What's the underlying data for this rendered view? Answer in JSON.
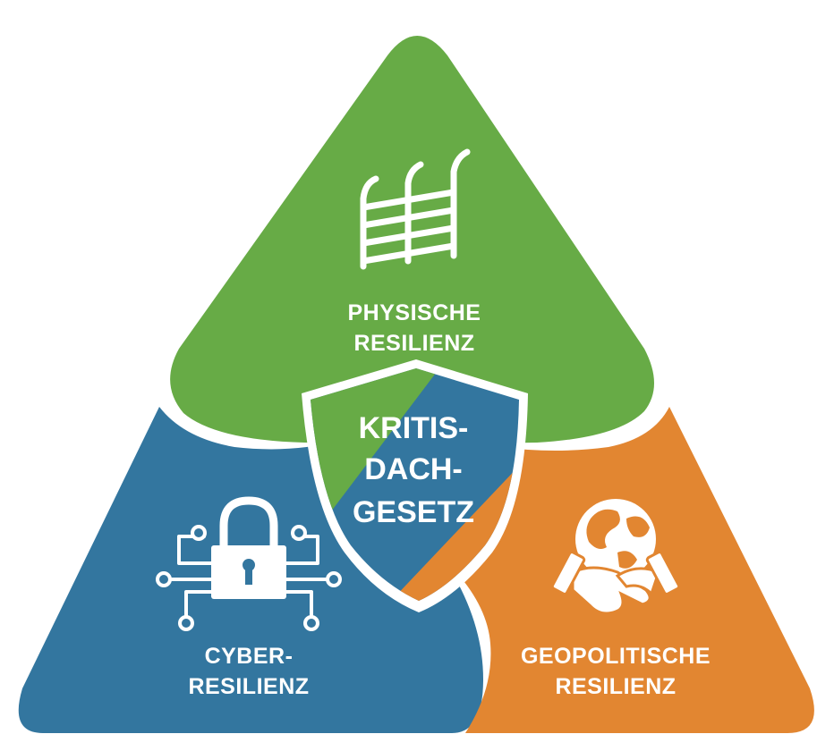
{
  "diagram": {
    "colors": {
      "physical": "#67ab46",
      "cyber": "#33769f",
      "geopolitical": "#e28631",
      "outline": "#ffffff"
    },
    "sections": [
      {
        "key": "physical",
        "line1": "PHYSISCHE",
        "line2": "RESILIENZ",
        "icon": "fence-icon"
      },
      {
        "key": "cyber",
        "line1": "CYBER-",
        "line2": "RESILIENZ",
        "icon": "circuit-lock-icon"
      },
      {
        "key": "geopolitical",
        "line1": "GEOPOLITISCHE",
        "line2": "RESILIENZ",
        "icon": "globe-handshake-icon"
      }
    ],
    "center": {
      "line1": "KRITIS-",
      "line2": "DACH-",
      "line3": "GESETZ",
      "icon": "shield-icon"
    }
  }
}
